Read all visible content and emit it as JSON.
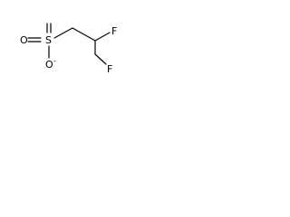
{
  "molecule": {
    "atoms": {
      "oxygen_left": "O",
      "sulfur": "S",
      "oxygen_bottom": "O",
      "oxygen_bottom_charge": "-",
      "fluorine_top": "F",
      "fluorine_bottom": "F"
    }
  }
}
